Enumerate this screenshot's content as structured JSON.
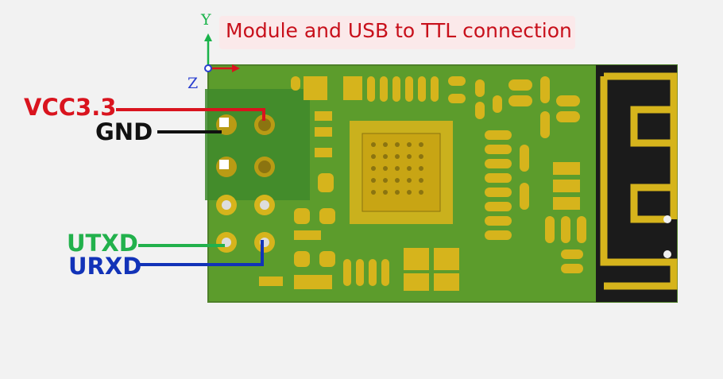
{
  "title": "Module and USB to TTL connection",
  "axes": {
    "y": "Y",
    "z": "Z"
  },
  "pins": [
    {
      "label": "VCC3.3",
      "color": "#d9141e"
    },
    {
      "label": "GND",
      "color": "#111111"
    },
    {
      "label": "UTXD",
      "color": "#22b14c"
    },
    {
      "label": "URXD",
      "color": "#1233b8"
    }
  ],
  "colors": {
    "pcb": "#5c9c2c",
    "pad": "#d6b41c",
    "antenna_bg": "#1b1b1b"
  }
}
